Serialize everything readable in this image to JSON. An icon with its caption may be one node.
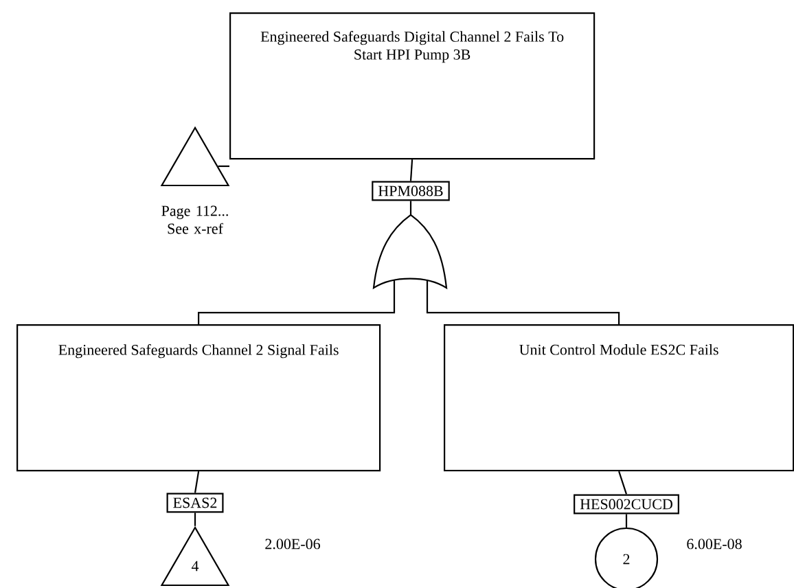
{
  "diagram": {
    "nodes": [
      {
        "text": [
          "Engineered Safeguards Digital Channel 2 Fails To Start HPI Pump 3B"
        ]
      },
      {
        "text": [
          "HPM088B"
        ]
      },
      {
        "text": [],
        "shape": "gate"
      },
      {
        "text": [],
        "shape": "triangle",
        "beside": [
          "Page 112... See x-ref"
        ]
      },
      {
        "text": [
          "Engineered Safeguards Channel 2 Signal Fails"
        ]
      },
      {
        "text": [
          "ESAS2"
        ]
      },
      {
        "text": [
          "4"
        ],
        "beside": [
          "2.00E-06"
        ]
      },
      {
        "text": [
          "Unit Control Module ES2C Fails"
        ]
      },
      {
        "text": [
          "HES002CUCD"
        ]
      },
      {
        "text": [
          "2"
        ],
        "beside": [
          "6.00E-08"
        ]
      }
    ],
    "edges": [
      {
        "from": 3,
        "to": 0,
        "arrow": "none"
      },
      {
        "from": 0,
        "to": 1,
        "arrow": "none"
      },
      {
        "from": 1,
        "to": 2,
        "arrow": "none"
      },
      {
        "from": 2,
        "to": 4,
        "arrow": "none"
      },
      {
        "from": 2,
        "to": 7,
        "arrow": "none"
      },
      {
        "from": 4,
        "to": 5,
        "arrow": "none"
      },
      {
        "from": 5,
        "to": 6,
        "arrow": "none"
      },
      {
        "from": 7,
        "to": 8,
        "arrow": "none"
      },
      {
        "from": 8,
        "to": 9,
        "arrow": "none"
      }
    ]
  }
}
